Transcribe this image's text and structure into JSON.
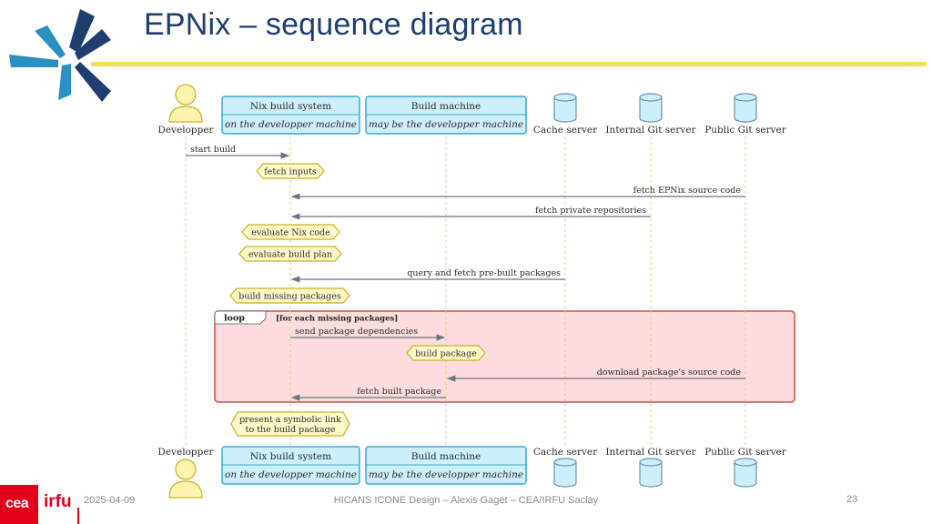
{
  "slide": {
    "title": "EPNix – sequence diagram",
    "date": "2025-04-09",
    "footer": "HICANS ICONE Design – Alexis Gaget – CEA/IRFU Saclay",
    "page_number": "23",
    "logo_text": "cea",
    "org_text": "irfu"
  },
  "colors": {
    "title": "#1f3d6e",
    "rule": "#f2de66",
    "participant_fill": "#cdeffb",
    "participant_stroke": "#39a9d6",
    "note_fill": "#fff9c9",
    "note_stroke": "#c9b21b",
    "loop_fill": "#fcdcdc",
    "loop_stroke": "#d84b4b",
    "brand_red": "#e2001a"
  },
  "participants": [
    {
      "id": "dev",
      "kind": "actor",
      "name": "Developper"
    },
    {
      "id": "nix",
      "kind": "box",
      "name": "Nix build system",
      "subtitle": "on the developper machine"
    },
    {
      "id": "bm",
      "kind": "box",
      "name": "Build machine",
      "subtitle": "may be the developper machine"
    },
    {
      "id": "cache",
      "kind": "database",
      "name": "Cache server"
    },
    {
      "id": "igit",
      "kind": "database",
      "name": "Internal Git server"
    },
    {
      "id": "pgit",
      "kind": "database",
      "name": "Public Git server"
    }
  ],
  "steps": [
    {
      "type": "message",
      "from": "dev",
      "to": "nix",
      "label": "start build"
    },
    {
      "type": "note",
      "on": "nix",
      "lines": [
        "fetch inputs"
      ]
    },
    {
      "type": "message",
      "from": "pgit",
      "to": "nix",
      "label": "fetch EPNix source code"
    },
    {
      "type": "message",
      "from": "igit",
      "to": "nix",
      "label": "fetch private repositories"
    },
    {
      "type": "note",
      "on": "nix",
      "lines": [
        "evaluate Nix code"
      ]
    },
    {
      "type": "note",
      "on": "nix",
      "lines": [
        "evaluate build plan"
      ]
    },
    {
      "type": "message",
      "from": "cache",
      "to": "nix",
      "label": "query and fetch pre-built packages"
    },
    {
      "type": "note",
      "on": "nix",
      "lines": [
        "build missing packages"
      ]
    },
    {
      "type": "message",
      "from": "nix",
      "to": "bm",
      "label": "send package dependencies"
    },
    {
      "type": "note",
      "on": "bm",
      "lines": [
        "build package"
      ]
    },
    {
      "type": "message",
      "from": "pgit",
      "to": "bm",
      "label": "download package's source code"
    },
    {
      "type": "message",
      "from": "bm",
      "to": "nix",
      "label": "fetch built package"
    },
    {
      "type": "note",
      "on": "nix",
      "lines": [
        "present a symbolic link",
        "to the build package"
      ]
    }
  ],
  "loop": {
    "keyword": "loop",
    "condition": "[for each missing packages]"
  }
}
